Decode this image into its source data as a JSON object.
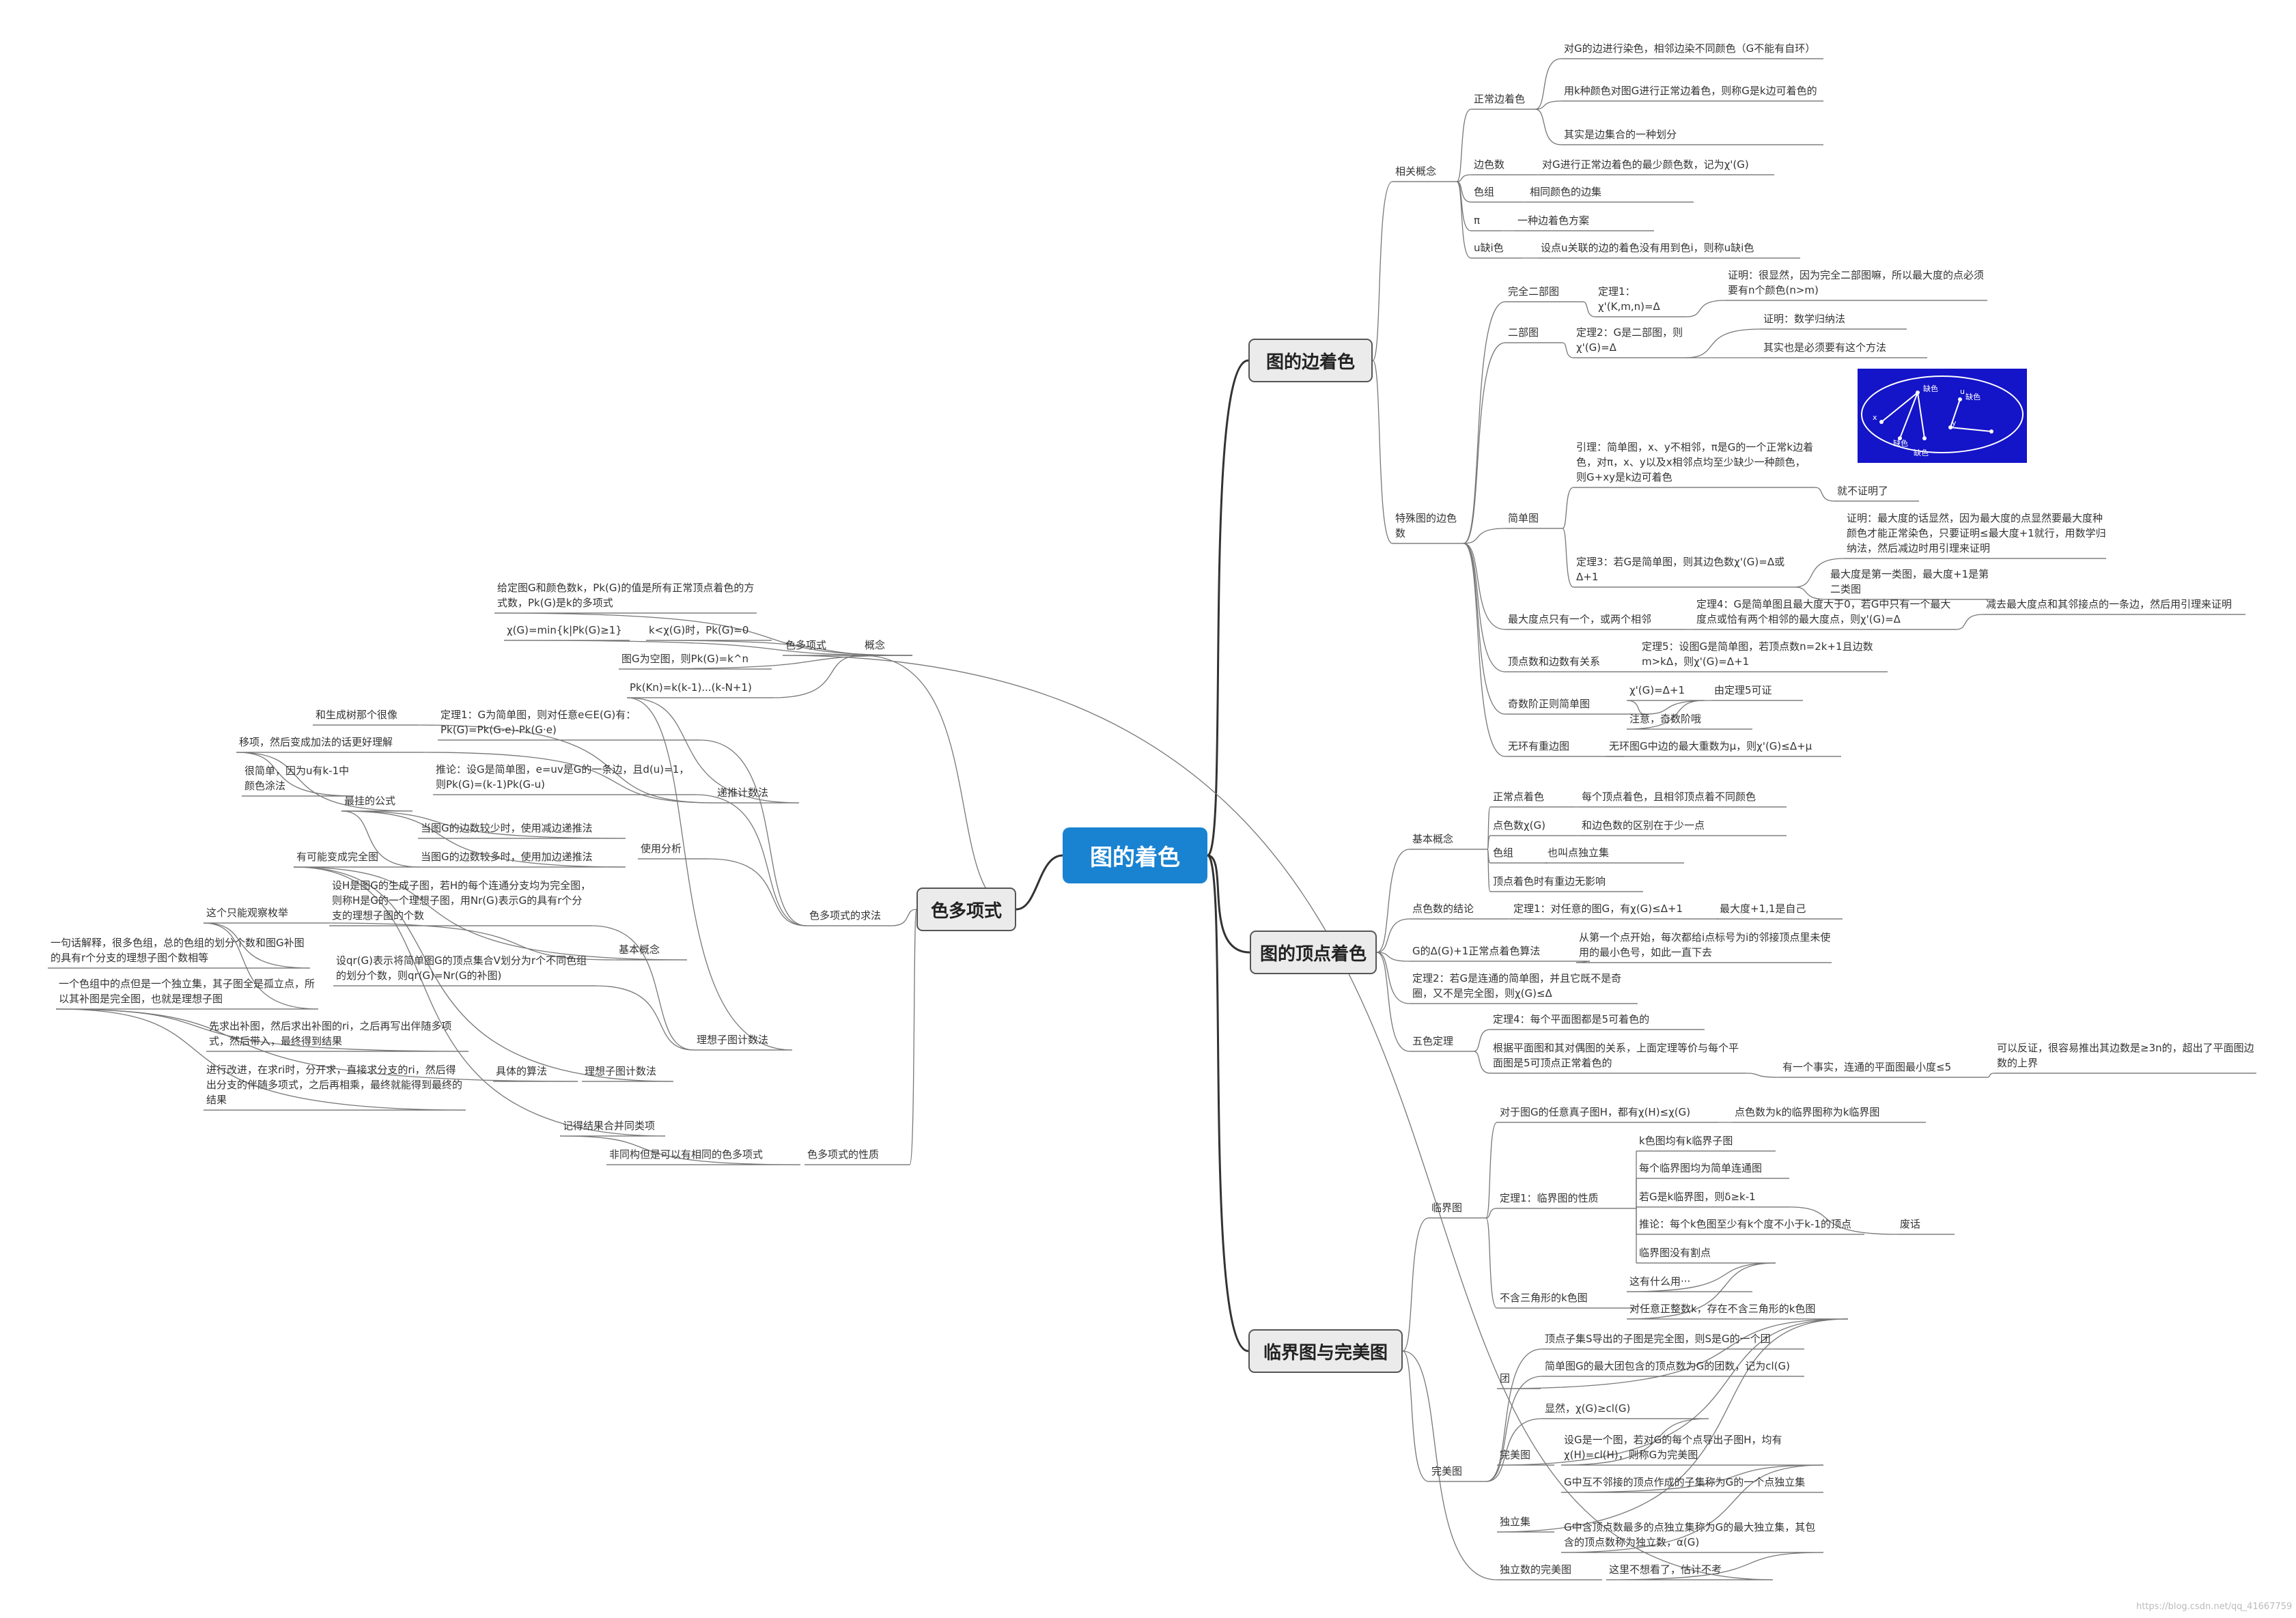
{
  "root": "图的着色",
  "mains": [
    "图的边着色",
    "图的顶点着色",
    "临界图与完美图",
    "色多项式"
  ],
  "nodes": [
    "相关概念",
    "正常边着色",
    "对G的边进行染色，相邻边染不同颜色（G不能有自环）",
    "用k种颜色对图G进行正常边着色，则称G是k边可着色的",
    "其实是边集合的一种划分",
    "边色数",
    "对G进行正常边着色的最少颜色数，记为χ'(G)",
    "色组",
    "相同颜色的边集",
    "π",
    "一种边着色方案",
    "u缺i色",
    "设点u关联的边的着色没有用到色i，则称u缺i色",
    "特殊图的边色数",
    "完全二部图",
    "定理1：χ'(K,m,n)=Δ",
    "证明：很显然，因为完全二部图嘛，所以最大度的点必须要有n个颜色(n>m)",
    "二部图",
    "定理2：G是二部图，则χ'(G)=Δ",
    "证明：数学归纳法",
    "其实也是必须要有这个方法",
    "简单图",
    "引理：简单图，x、y不相邻，π是G的一个正常k边着色，对π，x、y以及x相邻点均至少缺少一种颜色，则G+xy是k边可着色",
    "就不证明了",
    "定理3：若G是简单图，则其边色数χ'(G)=Δ或Δ+1",
    "证明：最大度的话显然，因为最大度的点显然要最大度种颜色才能正常染色，只要证明≤最大度+1就行，用数学归纳法，然后减边时用引理来证明",
    "最大度是第一类图，最大度+1是第二类图",
    "最大度点只有一个，或两个相邻",
    "定理4：G是简单图且最大度大于0，若G中只有一个最大度点或恰有两个相邻的最大度点，则χ'(G)=Δ",
    "减去最大度点和其邻接点的一条边，然后用引理来证明",
    "顶点数和边数有关系",
    "定理5：设图G是简单图，若顶点数n=2k+1且边数m>kΔ，则χ'(G)=Δ+1",
    "奇数阶正则简单图",
    "χ'(G)=Δ+1",
    "由定理5可证",
    "注意，奇数阶哦",
    "无环有重边图",
    "无环图G中边的最大重数为μ，则χ'(G)≤Δ+μ",
    "基本概念",
    "正常点着色",
    "每个顶点着色，且相邻顶点着不同颜色",
    "点色数χ(G)",
    "和边色数的区别在于少一点",
    "色组",
    "也叫点独立集",
    "顶点着色时有重边无影响",
    "点色数的结论",
    "定理1：对任意的图G，有χ(G)≤Δ+1",
    "最大度+1,1是自己",
    "G的Δ(G)+1正常点着色算法",
    "从第一个点开始，每次都给i点标号为i的邻接顶点里未使用的最小色号，如此一直下去",
    "定理2：若G是连通的简单图，并且它既不是奇圈，又不是完全图，则χ(G)≤Δ",
    "五色定理",
    "定理4：每个平面图都是5可着色的",
    "根据平面图和其对偶图的关系，上面定理等价与每个平面图是5可顶点正常着色的",
    "有一个事实，连通的平面图最小度≤5",
    "可以反证，很容易推出其边数是≥3n的，超出了平面图边数的上界",
    "临界图",
    "对于图G的任意真子图H，都有χ(H)≤χ(G)",
    "点色数为k的临界图称为k临界图",
    "定理1：临界图的性质",
    "k色图均有k临界子图",
    "每个临界图均为简单连通图",
    "若G是k临界图，则δ≥k-1",
    "推论：每个k色图至少有k个度不小于k-1的顶点",
    "废话",
    "临界图没有割点",
    "不含三角形的k色图",
    "这有什么用···",
    "对任意正整数k，存在不含三角形的k色图",
    "完美图",
    "团",
    "顶点子集S导出的子图是完全图，则S是G的一个团",
    "简单图G的最大团包含的顶点数为G的团数，记为cl(G)",
    "显然，χ(G)≥cl(G)",
    "完美图",
    "设G是一个图，若对G的每个点导出子图H，均有χ(H)=cl(H)，则称G为完美图",
    "独立集",
    "G中互不邻接的顶点作成的子集称为G的一个点独立集",
    "G中含顶点数最多的点独立集称为G的最大独立集，其包含的顶点数称为独立数，α(G)",
    "独立数的完美图",
    "这里不想看了，估计不考",
    "概念",
    "色多项式",
    "给定图G和颜色数k，Pk(G)的值是所有正常顶点着色的方式数，Pk(G)是k的多项式",
    "χ(G)=min{k|Pk(G)≥1}",
    "k<χ(G)时，Pk(G)=0",
    "图G为空图，则Pk(G)=k^n",
    "Pk(Kn)=k(k-1)...(k-N+1)",
    "色多项式的求法",
    "递推计数法",
    "定理1：G为简单图，则对任意e∈E(G)有：Pk(G)=Pk(G-e)-Pk(G·e)",
    "和生成树那个很像",
    "移项，然后变成加法的话更好理解",
    "推论：设G是简单图，e=uv是G的一条边，且d(u)=1，则Pk(G)=(k-1)Pk(G-u)",
    "很简单，因为u有k-1中颜色涂法",
    "最挂的公式",
    "使用分析",
    "当图G的边数较少时，使用减边递推法",
    "当图G的边数较多时，使用加边递推法",
    "有可能变成完全图",
    "理想子图计数法",
    "基本概念",
    "设H是图G的生成子图，若H的每个连通分支均为完全图，则称H是G的一个理想子图，用Nr(G)表示G的具有r个分支的理想子图的个数",
    "这个只能观察枚举",
    "设qr(G)表示将简单图G的顶点集合V划分为r个不同色组的划分个数，则qr(G)=Nr(G的补图)",
    "一句话解释，很多色组，总的色组的划分个数和图G补图的具有r个分支的理想子图个数相等",
    "一个色组中的点但是一个独立集，其子图全是孤立点，所以其补图是完全图，也就是理想子图",
    "理想子图计数法",
    "具体的算法",
    "先求出补图，然后求出补图的ri，之后再写出伴随多项式，然后带入，最终得到结果",
    "进行改进，在求ri时，分开求，直接求分支的ri，然后得出分支的伴随多项式，之后再相乘，最终就能得到最终的结果",
    "记得结果合并同类项",
    "色多项式的性质",
    "非同构但是可以有相同的色多项式"
  ],
  "image_labels": [
    "缺色",
    "x",
    "y",
    "u",
    "缺色",
    "缺色",
    "缺色"
  ],
  "watermark": "https://blog.csdn.net/qq_41667759"
}
